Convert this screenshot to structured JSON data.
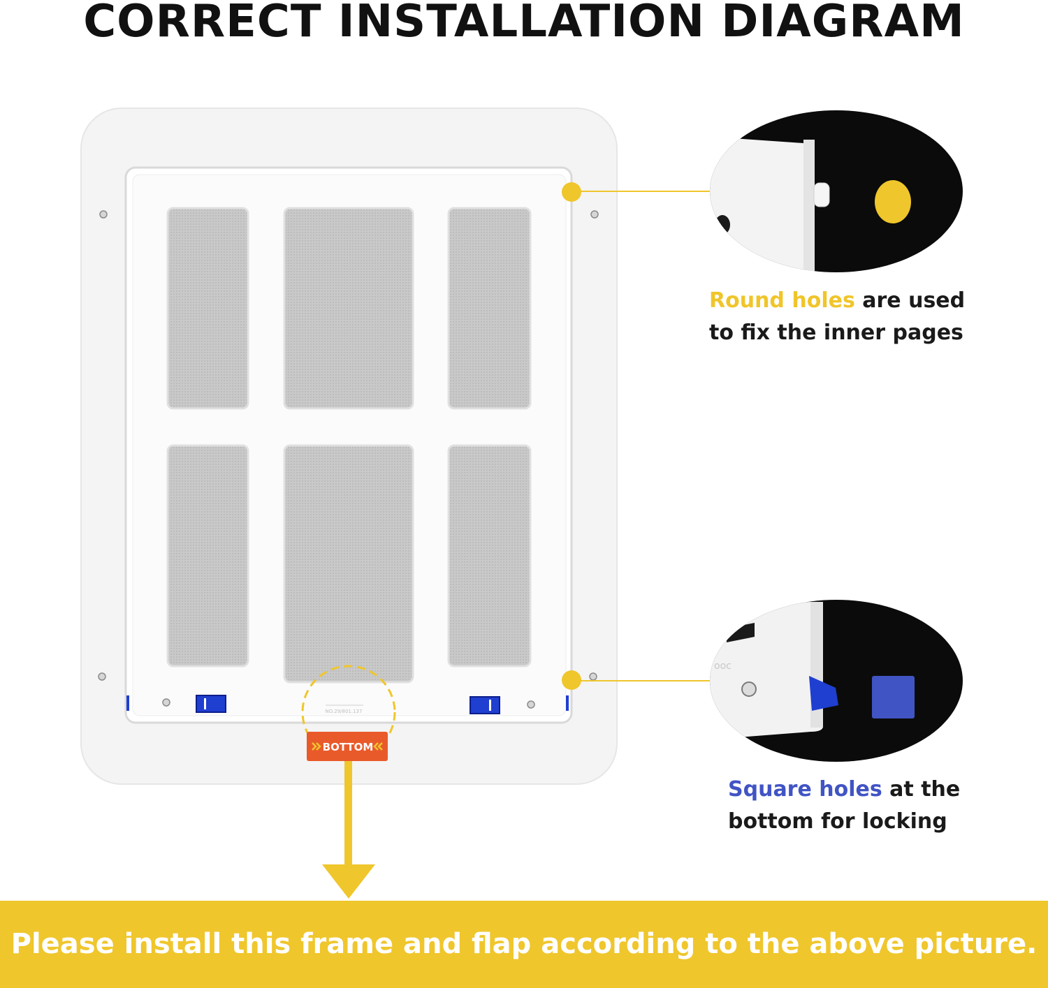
{
  "title": "CORRECT INSTALLATION DIAGRAM",
  "frame": {
    "bottom_label": "BOTTOM",
    "part_number": "NO.29/801.137"
  },
  "callouts": {
    "round": {
      "highlight": "Round holes",
      "line1_rest": " are used",
      "line2": "to fix the inner pages"
    },
    "square": {
      "highlight": "Square holes",
      "line1_rest": " at the",
      "line2": "bottom for locking"
    }
  },
  "banner": {
    "text": "Please install this frame and flap according to the above picture."
  },
  "colors": {
    "accent_yellow": "#efc62c",
    "label_orange": "#e95a2a",
    "accent_blue": "#4154c4",
    "clip_blue": "#1f3fd0"
  }
}
